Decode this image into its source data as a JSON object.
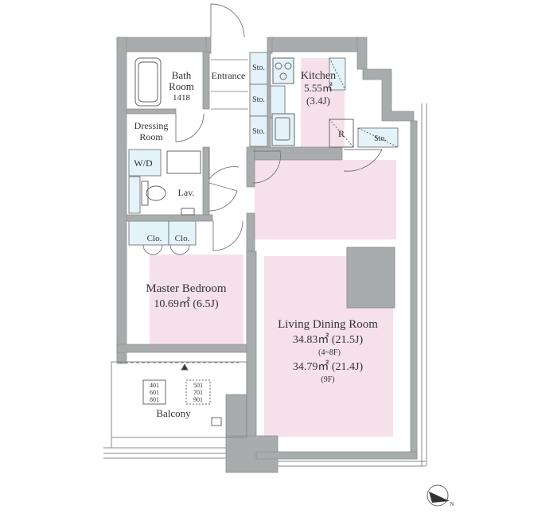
{
  "colors": {
    "wall": "#a9acad",
    "wall_dark": "#8e9192",
    "floor_pink": "#f6e1ea",
    "storage_blue": "#e4f2fa",
    "text": "#333333",
    "line": "#666666"
  },
  "rooms": {
    "bath": {
      "line1": "Bath",
      "line2": "Room",
      "line3": "1418"
    },
    "entrance": {
      "label": "Entrance"
    },
    "kitchen": {
      "label": "Kitchen",
      "area": "5.55㎡",
      "jo": "(3.4J)"
    },
    "dressing": {
      "line1": "Dressing",
      "line2": "Room"
    },
    "wd": {
      "label": "W/D"
    },
    "lav": {
      "label": "Lav."
    },
    "clo1": {
      "label": "Clo."
    },
    "clo2": {
      "label": "Clo."
    },
    "sto1": {
      "label": "Sto."
    },
    "sto2": {
      "label": "Sto."
    },
    "sto3": {
      "label": "Sto."
    },
    "sto4": {
      "label": "Sto."
    },
    "r": {
      "label": "R"
    },
    "master": {
      "label": "Master Bedroom",
      "area": "10.69㎡ (6.5J)"
    },
    "ldr": {
      "label": "Living Dining Room",
      "area1": "34.83㎡ (21.5J)",
      "note1": "(4~8F)",
      "area2": "34.79㎡ (21.4J)",
      "note2": "(9F)"
    },
    "balcony": {
      "label": "Balcony"
    }
  },
  "unit_boxes": {
    "left": [
      "401",
      "601",
      "801"
    ],
    "right": [
      "501",
      "701",
      "901"
    ]
  },
  "compass": {
    "label": "N"
  }
}
